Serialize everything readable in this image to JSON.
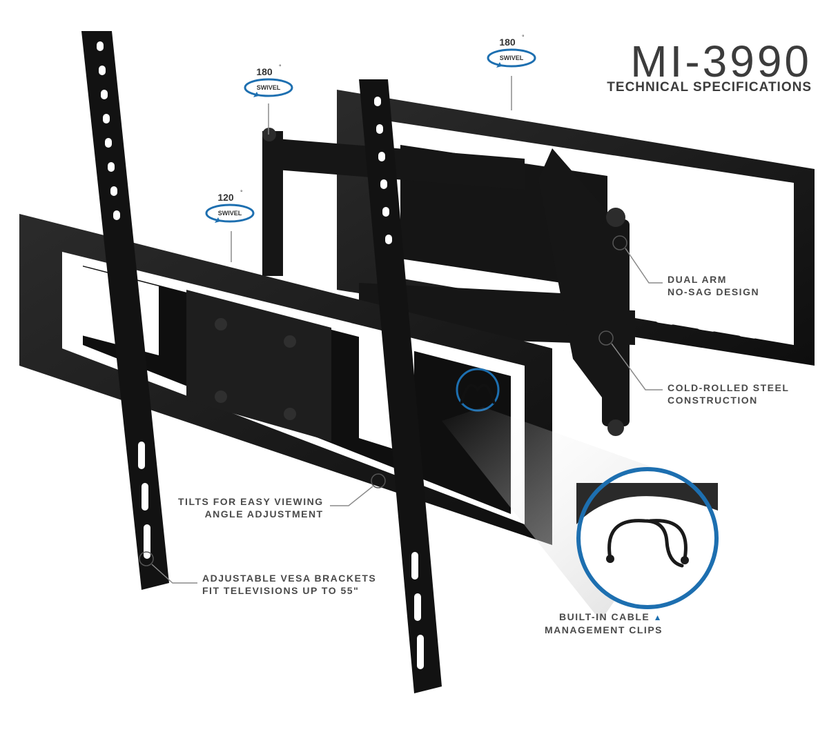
{
  "header": {
    "model": "MI-3990",
    "subtitle": "TECHNICAL SPECIFICATIONS"
  },
  "swivels": [
    {
      "degrees": "180",
      "unit": "°",
      "label": "SWIVEL"
    },
    {
      "degrees": "180",
      "unit": "°",
      "label": "SWIVEL"
    },
    {
      "degrees": "120",
      "unit": "°",
      "label": "SWIVEL"
    }
  ],
  "callouts": {
    "dual_arm": {
      "line1": "DUAL ARM",
      "line2": "NO-SAG DESIGN"
    },
    "steel": {
      "line1": "COLD-ROLLED STEEL",
      "line2": "CONSTRUCTION"
    },
    "tilt": {
      "line1": "TILTS FOR EASY VIEWING",
      "line2": "ANGLE ADJUSTMENT"
    },
    "vesa": {
      "line1": "ADJUSTABLE VESA BRACKETS",
      "line2": "FIT TELEVISIONS UP TO 55\""
    },
    "cable": {
      "line1": "BUILT-IN CABLE",
      "triangle": "▲",
      "line2": "MANAGEMENT CLIPS"
    }
  },
  "colors": {
    "accent": "#1d6fb0",
    "metal": "#1a1a1a",
    "text": "#3c3c3c",
    "leader": "#8a8a8a"
  },
  "icons": [
    "swivel-arrow-icon",
    "cable-clip-icon",
    "triangle-up-icon"
  ]
}
